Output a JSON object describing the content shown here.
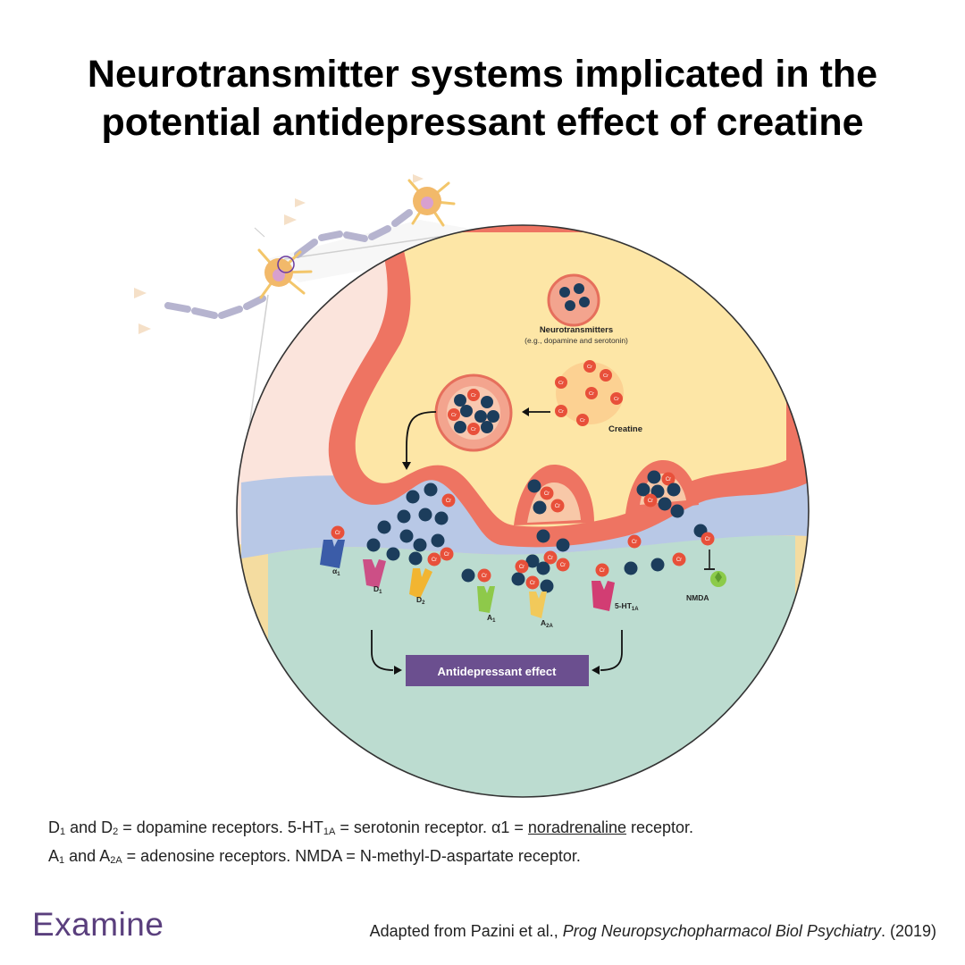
{
  "title": {
    "line1": "Neurotransmitter systems implicated in the",
    "line2": "potential antidepressant effect of creatine"
  },
  "diagram": {
    "neurotransmitters_label": "Neurotransmitters",
    "neurotransmitters_example": "(e.g., dopamine and serotonin)",
    "creatine_label": "Creatine",
    "cr_marker": "Cr",
    "receptors": {
      "alpha1": {
        "main": "α",
        "sub": "1"
      },
      "d1": {
        "main": "D",
        "sub": "1"
      },
      "d2": {
        "main": "D",
        "sub": "2"
      },
      "a1": {
        "main": "A",
        "sub": "1"
      },
      "a2a": {
        "main": "A",
        "sub": "2A"
      },
      "ht1a": {
        "main": "5-HT",
        "sub": "1A"
      },
      "nmda": "NMDA"
    },
    "effect_label": "Antidepressant effect"
  },
  "caption": {
    "line1": {
      "d1_main": "D",
      "d1_sub": "1",
      "and1": " and ",
      "d2_main": "D",
      "d2_sub": "2",
      "dopamine": " = dopamine receptors. ",
      "ht_main": "5-HT",
      "ht_sub": "1A",
      "serotonin": "  = serotonin receptor. ",
      "alpha": "α1 = ",
      "noradrenaline": "noradrenaline",
      "receptor": " receptor."
    },
    "line2": {
      "a1_main": "A",
      "a1_sub": "1",
      "and2": " and ",
      "a2a_main": "A",
      "a2a_sub": "2A",
      "adenosine": " = adenosine receptors. NMDA = N-methyl-D-aspartate receptor."
    }
  },
  "footer": {
    "logo": "Examine",
    "citation_prefix": "Adapted from Pazini et al., ",
    "citation_journal": "Prog Neuropsychopharmacol Biol Psychiatry",
    "citation_suffix": ". (2019)"
  },
  "colors": {
    "presynaptic_fill": "#fde6a6",
    "presynaptic_edge": "#ee7462",
    "cleft": "#b8c8e6",
    "postsynaptic": "#bcdcd0",
    "background_tissue": "#fbe4dc",
    "neurotransmitter": "#1c3d5c",
    "creatine": "#e8503a",
    "effect_box": "#6b4f8f",
    "brand": "#5a3f7d"
  }
}
